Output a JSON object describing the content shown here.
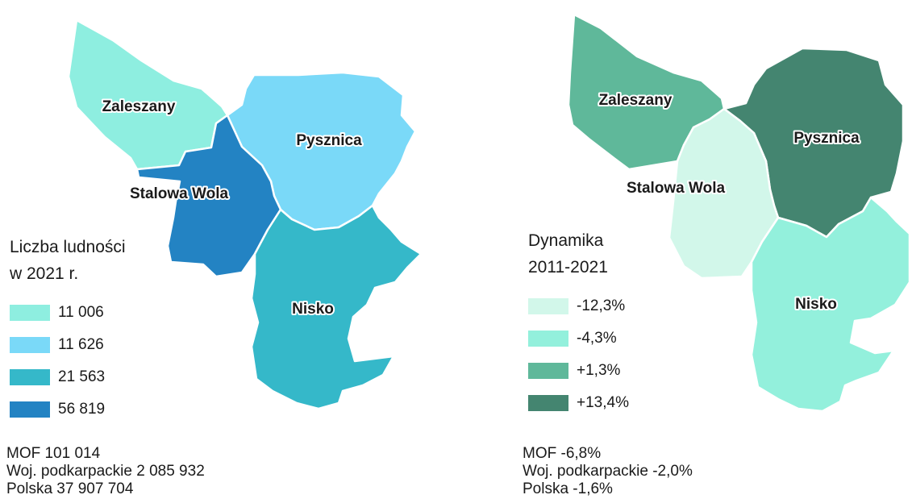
{
  "colors": {
    "population": {
      "zaleszany": "#8eeee0",
      "pysznica": "#7ad9f8",
      "nisko": "#35b8c9",
      "stalowa_wola": "#2383c3"
    },
    "dynamics": {
      "zaleszany": "#5fb89a",
      "pysznica": "#448570",
      "nisko": "#93f0dc",
      "stalowa_wola": "#d2f7ea"
    }
  },
  "map_left": {
    "labels": {
      "zaleszany": "Zaleszany",
      "pysznica": "Pysznica",
      "stalowa_wola": "Stalowa Wola",
      "nisko": "Nisko"
    },
    "legend": {
      "title_line1": "Liczba ludności",
      "title_line2": "w 2021 r.",
      "items": [
        {
          "label": "11 006",
          "color": "#8eeee0"
        },
        {
          "label": "11 626",
          "color": "#7ad9f8"
        },
        {
          "label": "21 563",
          "color": "#35b8c9"
        },
        {
          "label": "56 819",
          "color": "#2383c3"
        }
      ]
    },
    "summary": {
      "mof": "MOF 101 014",
      "woj": "Woj. podkarpackie 2 085 932",
      "polska": "Polska 37 907 704"
    }
  },
  "map_right": {
    "labels": {
      "zaleszany": "Zaleszany",
      "pysznica": "Pysznica",
      "stalowa_wola": "Stalowa Wola",
      "nisko": "Nisko"
    },
    "legend": {
      "title_line1": "Dynamika",
      "title_line2": "2011-2021",
      "items": [
        {
          "label": "-12,3%",
          "color": "#d2f7ea"
        },
        {
          "label": "-4,3%",
          "color": "#93f0dc"
        },
        {
          "label": "+1,3%",
          "color": "#5fb89a"
        },
        {
          "label": "+13,4%",
          "color": "#448570"
        }
      ]
    },
    "summary": {
      "mof": "MOF -6,8%",
      "woj": "Woj. podkarpackie -2,0%",
      "polska": "Polska -1,6%"
    }
  }
}
